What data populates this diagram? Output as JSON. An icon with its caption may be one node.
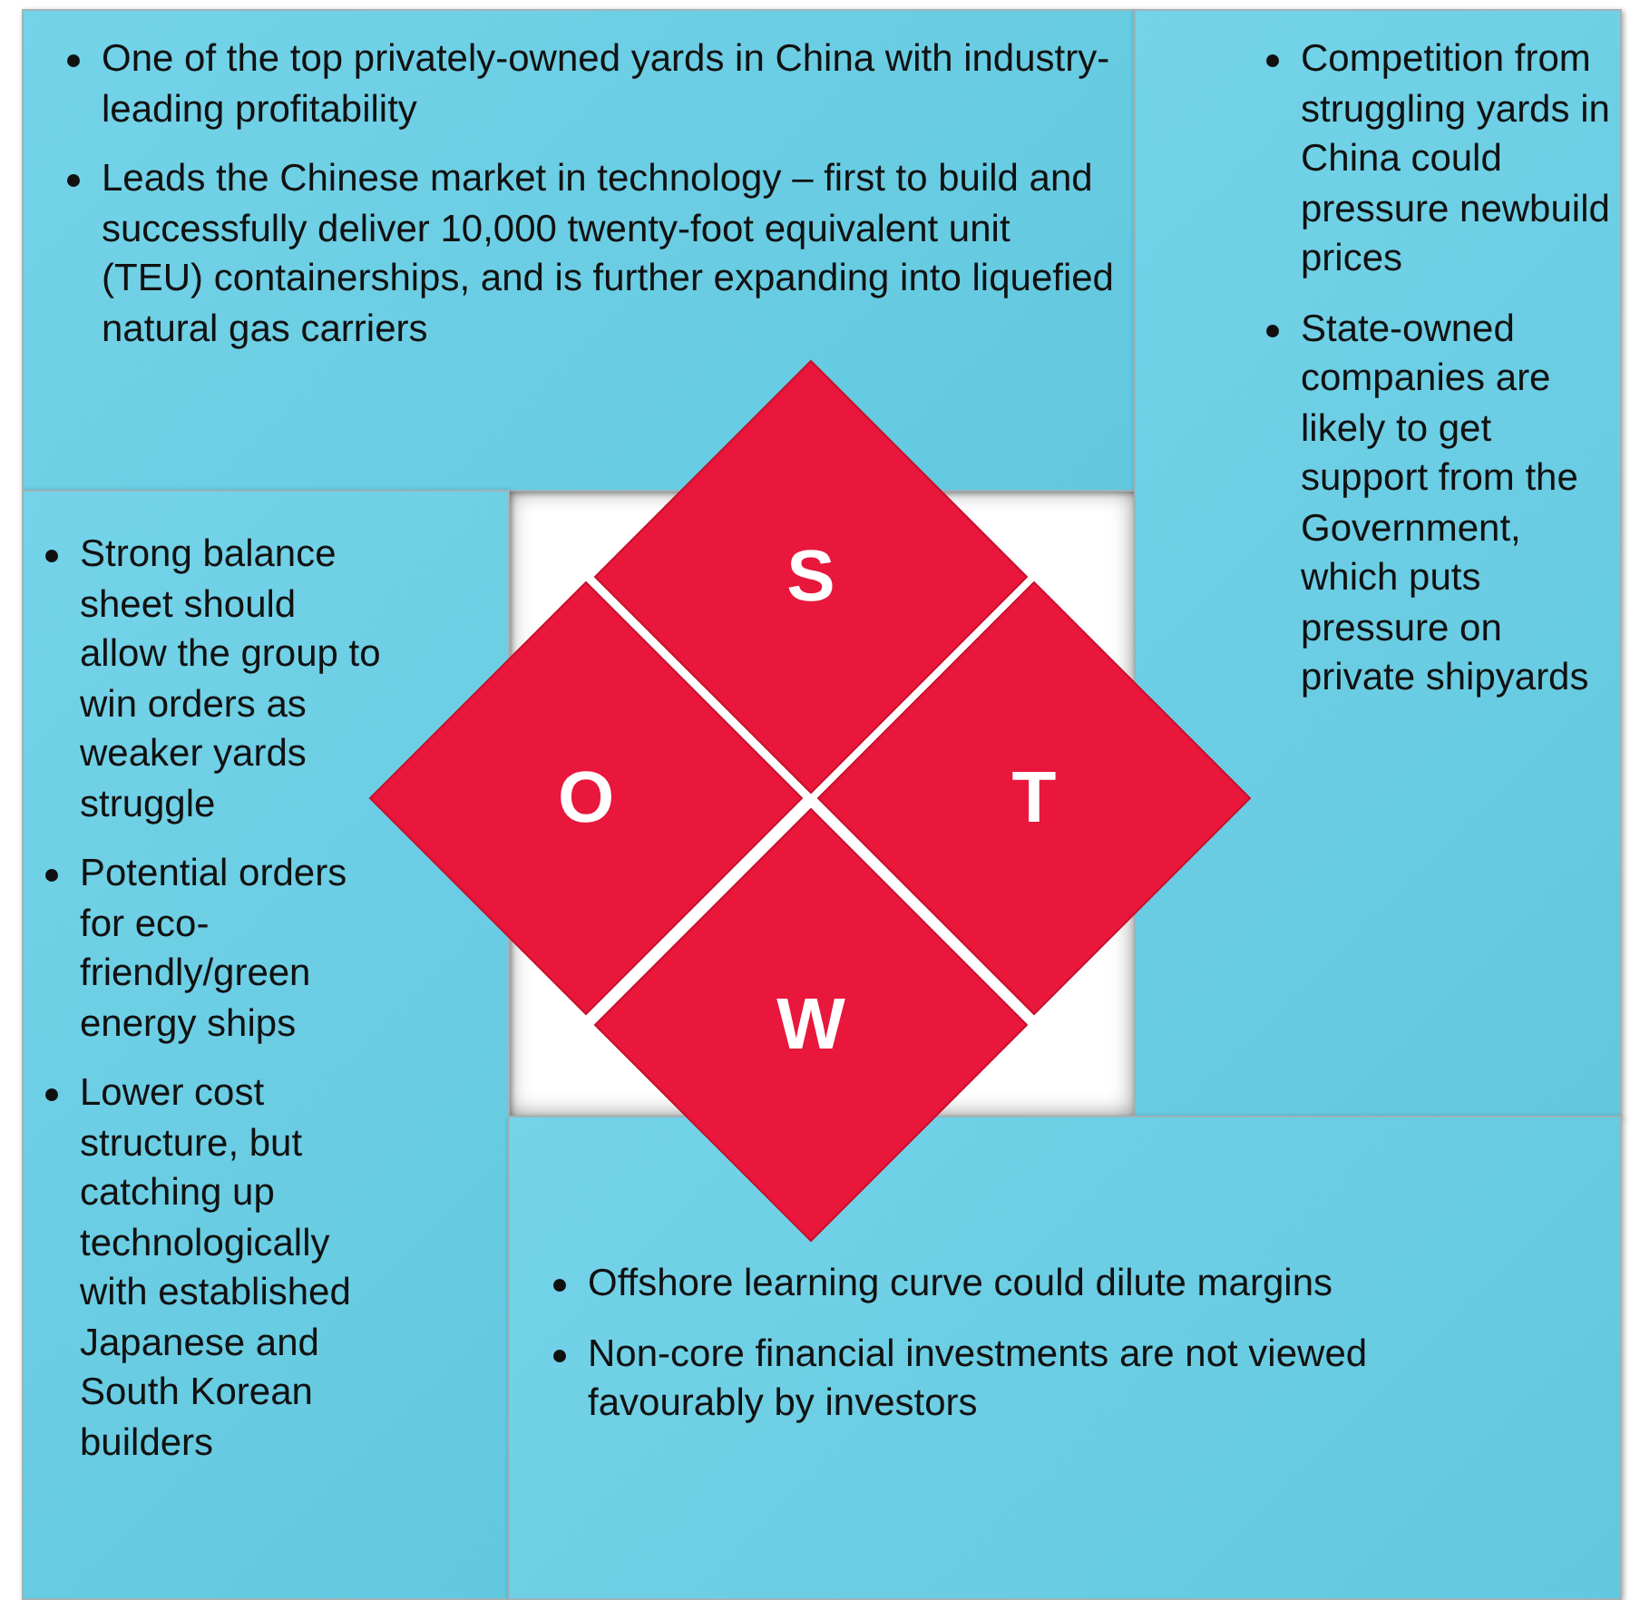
{
  "diagram": {
    "nodes": [
      {
        "text": [
          "One of the top privately-owned yards in China with industry-leading profitability",
          "Leads the Chinese market in technology – first to build and successfully deliver 10,000 twenty-foot equivalent unit (TEU) containerships, and is further expanding into liquefied natural gas carriers"
        ]
      },
      {
        "text": [
          "Competition from struggling yards in China could pressure newbuild prices",
          "State-owned companies are likely to get support from the Government, which puts pressure on private shipyards"
        ]
      },
      {
        "text": [
          "Strong balance sheet should allow the group to win orders as weaker yards struggle",
          "Potential orders for eco-friendly/green energy ships",
          "Lower cost structure, but catching up technologically with established Japanese and South Korean builders"
        ]
      },
      {
        "text": [
          "Offshore learning curve could dilute margins",
          "Non-core financial investments are not viewed favourably by investors"
        ]
      },
      {
        "text": [
          "S"
        ]
      },
      {
        "text": [
          "O"
        ]
      },
      {
        "text": [
          "T"
        ]
      },
      {
        "text": [
          "W"
        ]
      }
    ]
  }
}
